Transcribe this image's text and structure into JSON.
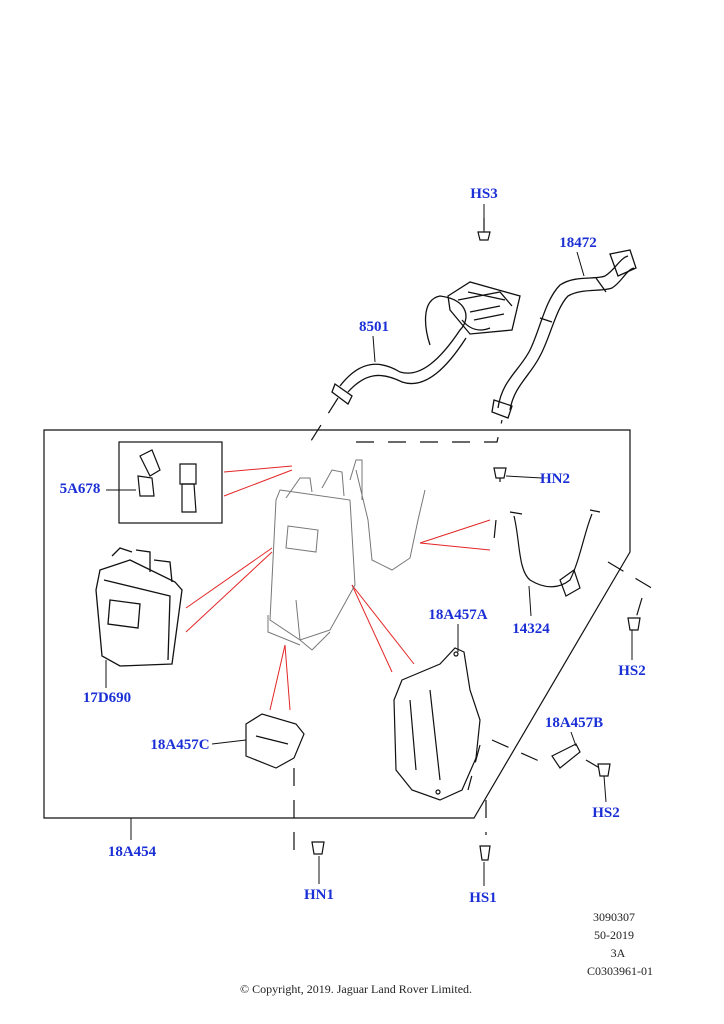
{
  "callouts": {
    "hs3": "HS3",
    "p18472": "18472",
    "p8501": "8501",
    "p5a678": "5A678",
    "hn2": "HN2",
    "p14324": "14324",
    "p17d690": "17D690",
    "p18a457a": "18A457A",
    "hs2_upper": "HS2",
    "p18a457b": "18A457B",
    "p18a457c": "18A457C",
    "hs2_lower": "HS2",
    "p18a454": "18A454",
    "hn1": "HN1",
    "hs1": "HS1"
  },
  "meta": {
    "line1": "3090307",
    "line2": "50-2019",
    "line3": "3A",
    "line4": "C0303961-01"
  },
  "copyright": "© Copyright, 2019. Jaguar Land Rover Limited.",
  "colors": {
    "callout": "#1a2fd6",
    "leader_red": "#e32626",
    "line": "#111111"
  }
}
